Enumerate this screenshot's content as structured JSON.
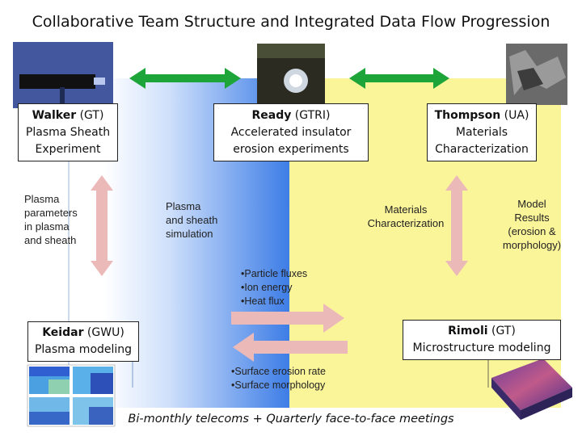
{
  "title": "Collaborative Team Structure and Integrated Data Flow Progression",
  "boxes": {
    "walker": {
      "name": "Walker",
      "affil": " (GT)",
      "line2": "Plasma Sheath",
      "line3": "Experiment"
    },
    "ready": {
      "name": "Ready",
      "affil": " (GTRI)",
      "line2": "Accelerated insulator",
      "line3": "erosion experiments"
    },
    "thompson": {
      "name": "Thompson",
      "affil": " (UA)",
      "line2": "Materials",
      "line3": "Characterization"
    },
    "keidar": {
      "name": "Keidar",
      "affil": " (GWU)",
      "line2": "Plasma modeling"
    },
    "rimoli": {
      "name": "Rimoli",
      "affil": " (GT)",
      "line2": "Microstructure modeling"
    }
  },
  "labels": {
    "plasma_params": [
      "Plasma",
      "parameters",
      "in plasma",
      "and sheath"
    ],
    "sheath_sim": [
      "Plasma",
      "and sheath",
      "simulation"
    ],
    "materials_char": [
      "Materials",
      "Characterization"
    ],
    "model_results": [
      "Model",
      "Results",
      "(erosion &",
      "morphology)"
    ]
  },
  "flux_bullets": [
    "•Particle fluxes",
    "•Ion energy",
    "•Heat flux"
  ],
  "erosion_bullets": [
    "•Surface erosion rate",
    "•Surface morphology"
  ],
  "footer": "Bi-monthly telecoms + Quarterly face-to-face meetings",
  "colors": {
    "blue_band": "#3f7fe6",
    "yellow_band": "#fbf59a",
    "green_arrow": "#1ea53a",
    "pink_arrow": "#ecb9b9"
  }
}
